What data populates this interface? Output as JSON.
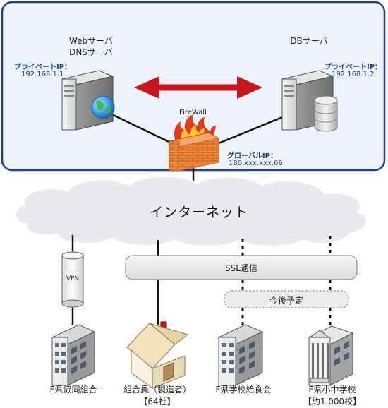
{
  "servers": {
    "web": {
      "title_line1": "Webサーバ",
      "title_line2": "DNSサーバ",
      "ip_label": "プライベートIP：",
      "ip": "192.168.1.1"
    },
    "db": {
      "title": "DBサーバ",
      "ip_label": "プライベートIP：",
      "ip": "192.168.1.2"
    }
  },
  "firewall": {
    "label": "FireWall",
    "ip_label": "グローバルIP：",
    "ip": "180.xxx.xxx.66"
  },
  "internet": {
    "label": "インターネット"
  },
  "ssl": {
    "label": "SSL通信"
  },
  "planned": {
    "label": "今後予定"
  },
  "vpn": {
    "label": "VPN"
  },
  "sites": [
    {
      "line1": "F県協同組合",
      "line2": ""
    },
    {
      "line1": "組合員（製造者）",
      "line2": "【64社】"
    },
    {
      "line1": "F県学校給食会",
      "line2": ""
    },
    {
      "line1": "F県小中学校",
      "line2": "【約1,000校】"
    }
  ],
  "colors": {
    "lan_bg": "#eef3fb",
    "lan_border": "#1f3f86",
    "arrow": "#c8161d",
    "firewall_brick": "#f08a3c",
    "flame": "#e23b1b",
    "cloud": "#e8eaee"
  },
  "icons": [
    "server-icon",
    "globe-icon",
    "database-icon",
    "firewall-icon",
    "cloud-icon",
    "vpn-tunnel-icon",
    "office-building-icon",
    "house-icon",
    "school-building-icon"
  ]
}
